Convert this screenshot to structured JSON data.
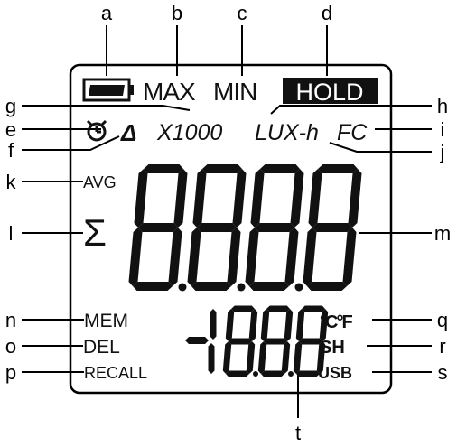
{
  "callouts": [
    {
      "id": "a"
    },
    {
      "id": "b"
    },
    {
      "id": "c"
    },
    {
      "id": "d"
    },
    {
      "id": "e"
    },
    {
      "id": "f"
    },
    {
      "id": "g"
    },
    {
      "id": "h"
    },
    {
      "id": "i"
    },
    {
      "id": "j"
    },
    {
      "id": "k"
    },
    {
      "id": "l"
    },
    {
      "id": "m"
    },
    {
      "id": "n"
    },
    {
      "id": "o"
    },
    {
      "id": "p"
    },
    {
      "id": "q"
    },
    {
      "id": "r"
    },
    {
      "id": "s"
    },
    {
      "id": "t"
    }
  ],
  "display": {
    "max": "MAX",
    "min": "MIN",
    "hold": "HOLD",
    "x1000": "X1000",
    "luxh": "LUX-h",
    "fc": "FC",
    "avg": "AVG",
    "sigma": "Σ",
    "mem": "MEM",
    "del": "DEL",
    "recall": "RECALL",
    "temp_unit": "°C°F",
    "sh": "SH",
    "usb": "USB",
    "main_digits": "8.8.8.8",
    "sub_digits": "-18.8.8",
    "delta": "Δ"
  },
  "icons": [
    "battery-icon",
    "timer-icon",
    "delta-icon"
  ]
}
